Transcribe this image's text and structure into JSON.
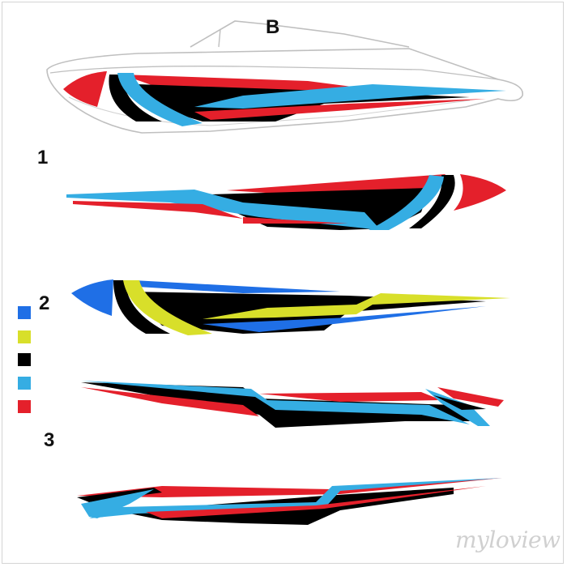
{
  "labels": {
    "boat": "B",
    "design_1": "1",
    "design_2": "2",
    "design_3": "3"
  },
  "palette": [
    {
      "name": "blue",
      "color": "#1f6fe6"
    },
    {
      "name": "yellow",
      "color": "#d8df2a"
    },
    {
      "name": "black",
      "color": "#000000"
    },
    {
      "name": "light-blue",
      "color": "#35ade3"
    },
    {
      "name": "red",
      "color": "#e4202b"
    }
  ],
  "watermark": "myloview"
}
